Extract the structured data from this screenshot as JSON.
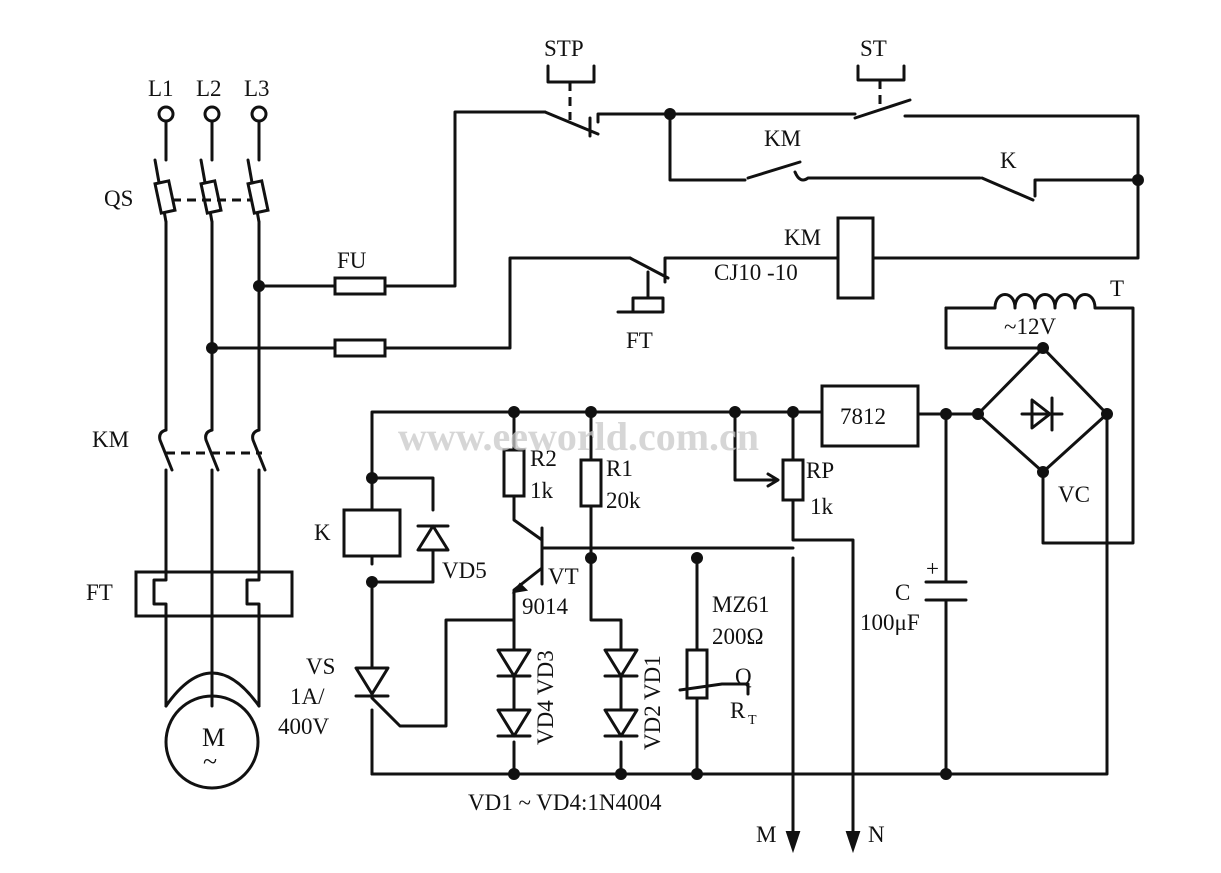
{
  "labels": {
    "l1": "L1",
    "l2": "L2",
    "l3": "L3",
    "qs": "QS",
    "fu": "FU",
    "km_contacts": "KM",
    "ft_overload": "FT",
    "motor": "M",
    "motor_ac": "~",
    "stp": "STP",
    "st": "ST",
    "km_aux": "KM",
    "k_contact": "K",
    "km_coil": "KM",
    "km_model": "CJ10 -10",
    "ft_contact": "FT",
    "transformer": "T",
    "transformer_voltage": "~12V",
    "regulator": "7812",
    "bridge": "VC",
    "capacitor": "C",
    "capacitor_value": "100μF",
    "rp": "RP",
    "rp_value": "1k",
    "r2": "R2",
    "r2_value": "1k",
    "r1": "R1",
    "r1_value": "20k",
    "relay_k": "K",
    "vd5": "VD5",
    "vt": "VT",
    "vt_model": "9014",
    "vs": "VS",
    "vs_rating1": "1A/",
    "vs_rating2": "400V",
    "vd4_vd3": "VD4 VD3",
    "vd2_vd1": "VD2 VD1",
    "mz61": "MZ61",
    "mz61_value": "200Ω",
    "q": "Q",
    "rt": "R",
    "rt_sub": "T",
    "diode_note": "VD1 ~ VD4:1N4004",
    "m_out": "M",
    "n_out": "N",
    "watermark": "www.eeworld.com.cn"
  }
}
